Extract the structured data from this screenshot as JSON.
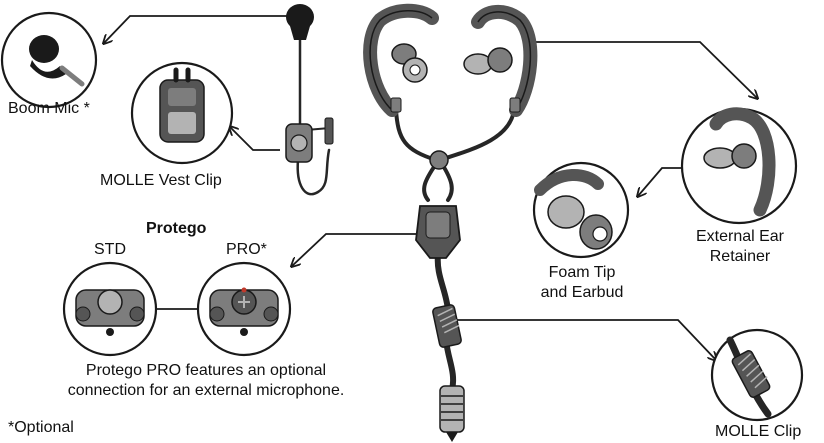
{
  "labels": {
    "boom_mic": "Boom Mic *",
    "molle_vest_clip": "MOLLE Vest Clip",
    "protego_title": "Protego",
    "std": "STD",
    "pro": "PRO*",
    "protego_note_line1": "Protego PRO features an optional",
    "protego_note_line2": "connection for an external microphone.",
    "optional_note": "*Optional",
    "foam_tip_line1": "Foam Tip",
    "foam_tip_line2": "and Earbud",
    "external_ear_line1": "External Ear",
    "external_ear_line2": "Retainer",
    "molle_clip": "MOLLE Clip"
  },
  "colors": {
    "line": "#1a1a1a",
    "cable": "#262626",
    "dark_gray": "#555555",
    "mid_gray": "#7d7d7d",
    "light_gray": "#b3b3b3",
    "accent_red": "#c0392b"
  }
}
